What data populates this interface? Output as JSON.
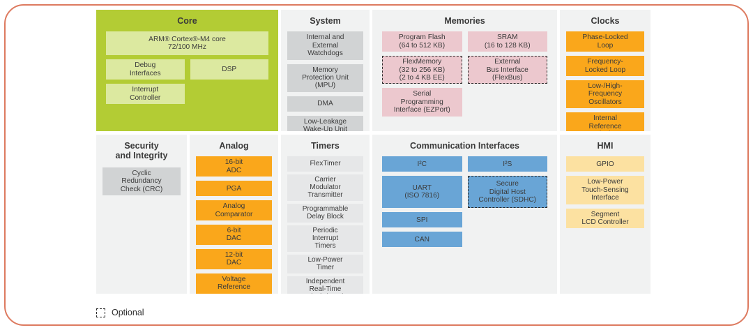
{
  "palette": {
    "border": "#dd7a5f",
    "panel_bg": "#f1f2f2",
    "core_bg": "#b3cc34",
    "core_block": "#dce9a0",
    "system_block": "#d1d3d4",
    "timers_block": "#e6e7e8",
    "security_block": "#d1d3d4",
    "memories_block": "#ecc8ce",
    "orange_block": "#faa71b",
    "comm_block": "#69a5d6",
    "hmi_block": "#fce1a1",
    "text": "#414042"
  },
  "legend": {
    "label": "Optional"
  },
  "sections": [
    {
      "id": "core",
      "title": "Core",
      "layout": "two-col",
      "blocks": [
        {
          "key": "arm-cortex-m4-core",
          "text": "ARM® Cortex®-M4 core\n72/100 MHz",
          "span": 2
        },
        {
          "key": "debug-interfaces",
          "text": "Debug\nInterfaces"
        },
        {
          "key": "dsp",
          "text": "DSP"
        },
        {
          "key": "interrupt-controller",
          "text": "Interrupt\nController"
        }
      ]
    },
    {
      "id": "system",
      "title": "System",
      "blocks": [
        {
          "key": "watchdogs",
          "text": "Internal and\nExternal\nWatchdogs"
        },
        {
          "key": "mpu",
          "text": "Memory\nProtection Unit\n(MPU)"
        },
        {
          "key": "dma",
          "text": "DMA"
        },
        {
          "key": "llwu",
          "text": "Low-Leakage\nWake-Up Unit"
        }
      ]
    },
    {
      "id": "memories",
      "title": "Memories",
      "layout": "two-col",
      "blocks": [
        {
          "key": "program-flash",
          "text": "Program Flash\n(64 to 512 KB)"
        },
        {
          "key": "sram",
          "text": "SRAM\n(16 to 128 KB)"
        },
        {
          "key": "flexmemory",
          "text": "FlexMemory\n(32 to 256 KB)\n(2 to 4 KB EE)",
          "optional": true
        },
        {
          "key": "external-bus-interface",
          "text": "External\nBus Interface\n(FlexBus)",
          "optional": true
        },
        {
          "key": "ezport",
          "text": "Serial\nProgramming\nInterface (EZPort)"
        }
      ]
    },
    {
      "id": "clocks",
      "title": "Clocks",
      "blocks": [
        {
          "key": "pll",
          "text": "Phase-Locked\nLoop"
        },
        {
          "key": "fll",
          "text": "Frequency-\nLocked Loop"
        },
        {
          "key": "oscillators",
          "text": "Low-/High-\nFrequency\nOscillators"
        },
        {
          "key": "internal-reference-clocks",
          "text": "Internal\nReference\nClocks"
        }
      ]
    },
    {
      "id": "security",
      "title": "Security\nand Integrity",
      "blocks": [
        {
          "key": "crc",
          "text": "Cyclic\nRedundancy\nCheck (CRC)"
        }
      ]
    },
    {
      "id": "analog",
      "title": "Analog",
      "blocks": [
        {
          "key": "adc-16bit",
          "text": "16-bit\nADC"
        },
        {
          "key": "pga",
          "text": "PGA"
        },
        {
          "key": "analog-comparator",
          "text": "Analog\nComparator"
        },
        {
          "key": "dac-6bit",
          "text": "6-bit\nDAC"
        },
        {
          "key": "dac-12bit",
          "text": "12-bit\nDAC"
        },
        {
          "key": "voltage-reference",
          "text": "Voltage\nReference"
        }
      ]
    },
    {
      "id": "timers",
      "title": "Timers",
      "blocks": [
        {
          "key": "flextimer",
          "text": "FlexTimer"
        },
        {
          "key": "cmt",
          "text": "Carrier\nModulator\nTransmitter"
        },
        {
          "key": "pdb",
          "text": "Programmable\nDelay Block"
        },
        {
          "key": "pit",
          "text": "Periodic\nInterrupt\nTimers"
        },
        {
          "key": "lptimer",
          "text": "Low-Power\nTimer"
        },
        {
          "key": "rtc",
          "text": "Independent\nReal-Time\nClock (RTC)"
        }
      ]
    },
    {
      "id": "comm",
      "title": "Communication Interfaces",
      "layout": "two-col",
      "blocks": [
        {
          "key": "i2c",
          "text": "I²C"
        },
        {
          "key": "i2s",
          "text": "I²S"
        },
        {
          "key": "uart",
          "text": "UART\n(ISO 7816)"
        },
        {
          "key": "sdhc",
          "text": "Secure\nDigital Host\nController (SDHC)",
          "optional": true
        },
        {
          "key": "spi",
          "text": "SPI",
          "col": 1
        },
        {
          "key": "can",
          "text": "CAN",
          "col": 1
        }
      ]
    },
    {
      "id": "hmi",
      "title": "HMI",
      "blocks": [
        {
          "key": "gpio",
          "text": "GPIO"
        },
        {
          "key": "touch-sensing",
          "text": "Low-Power\nTouch-Sensing\nInterface"
        },
        {
          "key": "segment-lcd",
          "text": "Segment\nLCD Controller"
        }
      ]
    }
  ]
}
